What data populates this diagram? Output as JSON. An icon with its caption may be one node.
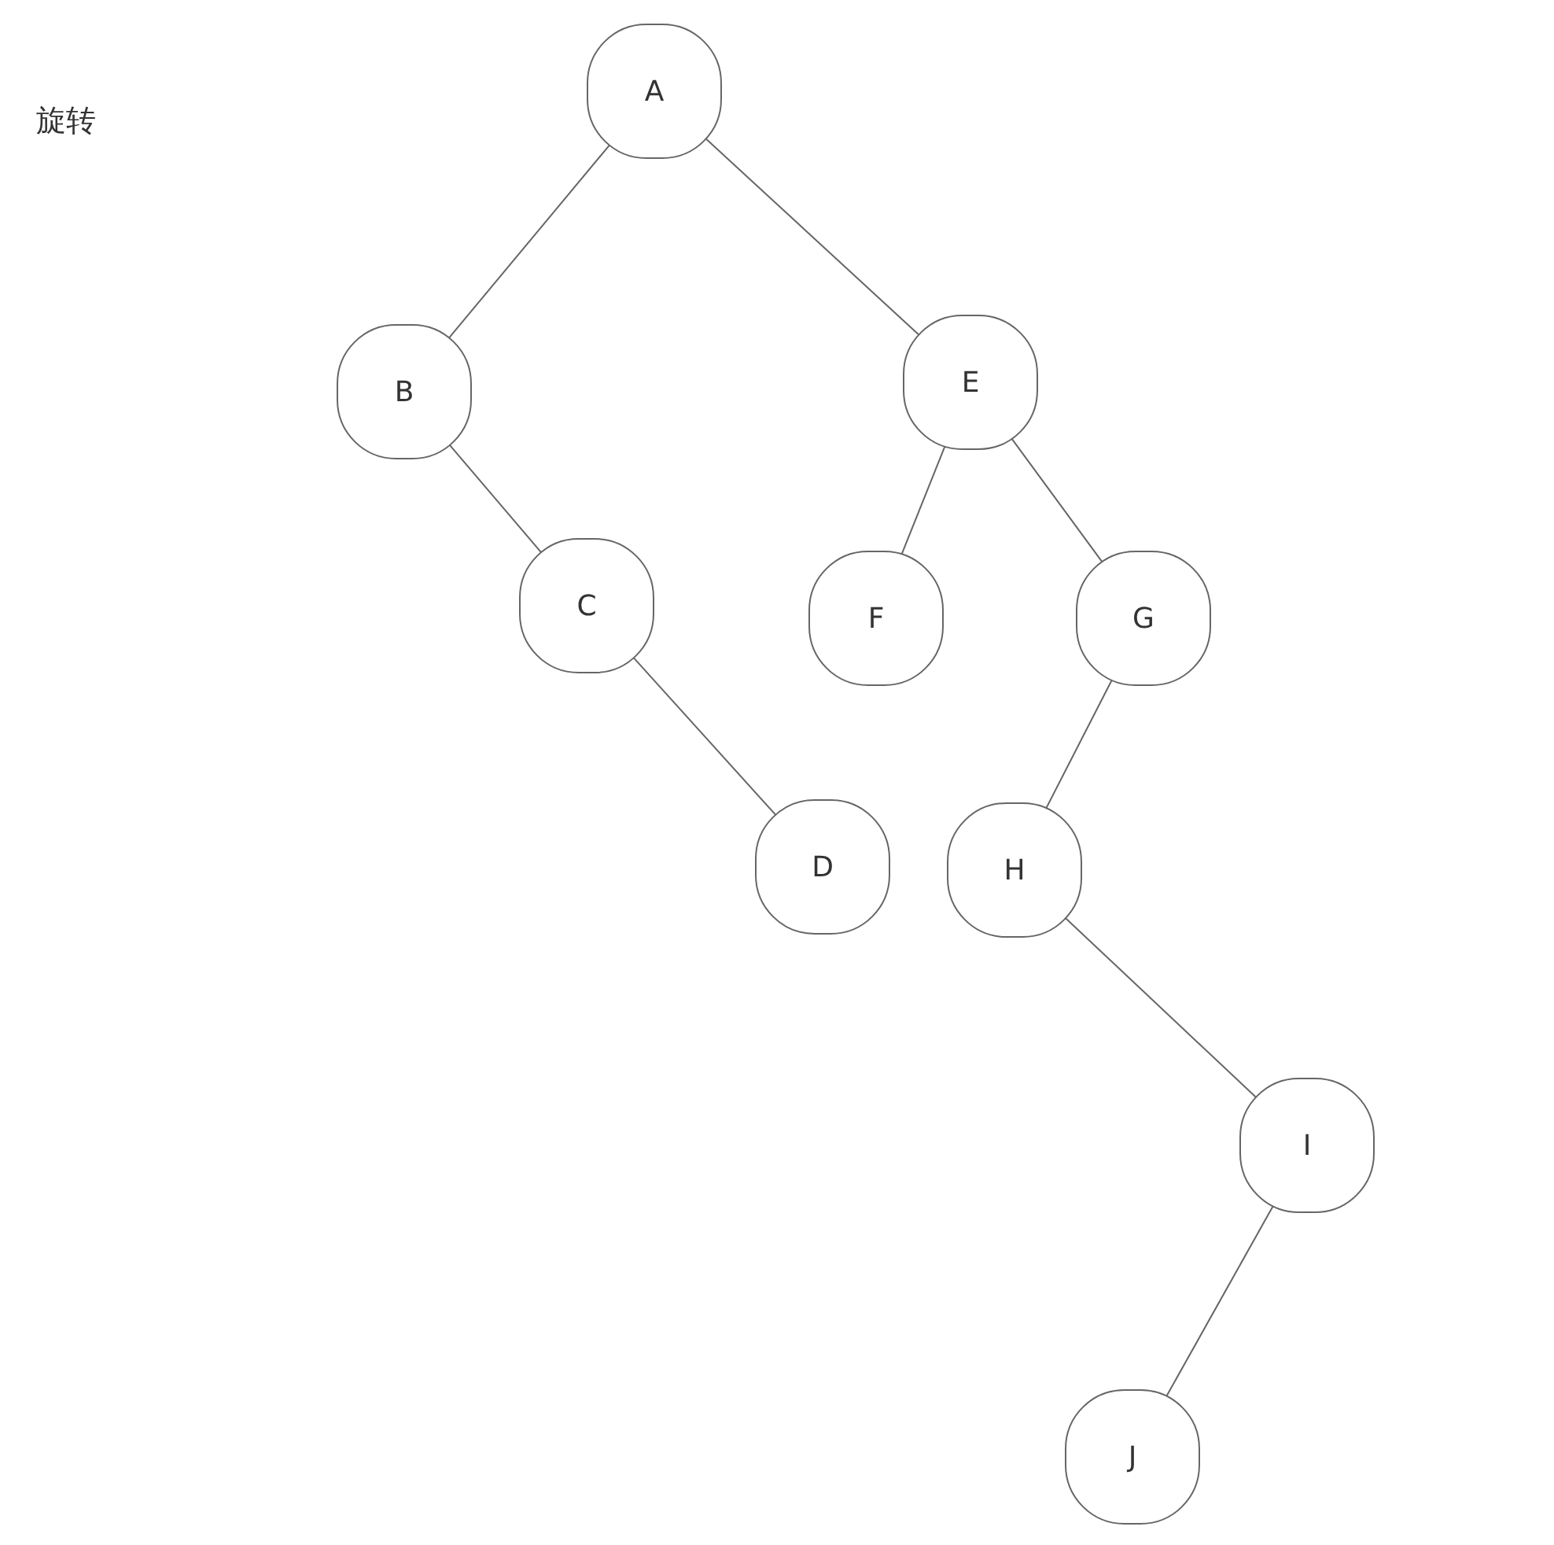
{
  "diagram": {
    "nodes": [
      {
        "text": [
          "A"
        ]
      },
      {
        "text": [
          "B"
        ]
      },
      {
        "text": [
          "C"
        ]
      },
      {
        "text": [
          "D"
        ]
      },
      {
        "text": [
          "E"
        ]
      },
      {
        "text": [
          "F"
        ]
      },
      {
        "text": [
          "G"
        ]
      },
      {
        "text": [
          "H"
        ]
      },
      {
        "text": [
          "I"
        ]
      },
      {
        "text": [
          "J"
        ]
      }
    ],
    "edges": [
      {
        "from": 0,
        "to": 1,
        "arrow": "none"
      },
      {
        "from": 0,
        "to": 4,
        "arrow": "none"
      },
      {
        "from": 1,
        "to": 2,
        "arrow": "none"
      },
      {
        "from": 2,
        "to": 3,
        "arrow": "none"
      },
      {
        "from": 4,
        "to": 5,
        "arrow": "none"
      },
      {
        "from": 4,
        "to": 6,
        "arrow": "none"
      },
      {
        "from": 6,
        "to": 7,
        "arrow": "none"
      },
      {
        "from": 7,
        "to": 8,
        "arrow": "none"
      },
      {
        "from": 8,
        "to": 9,
        "arrow": "none"
      }
    ],
    "labels": [
      "旋转"
    ]
  }
}
